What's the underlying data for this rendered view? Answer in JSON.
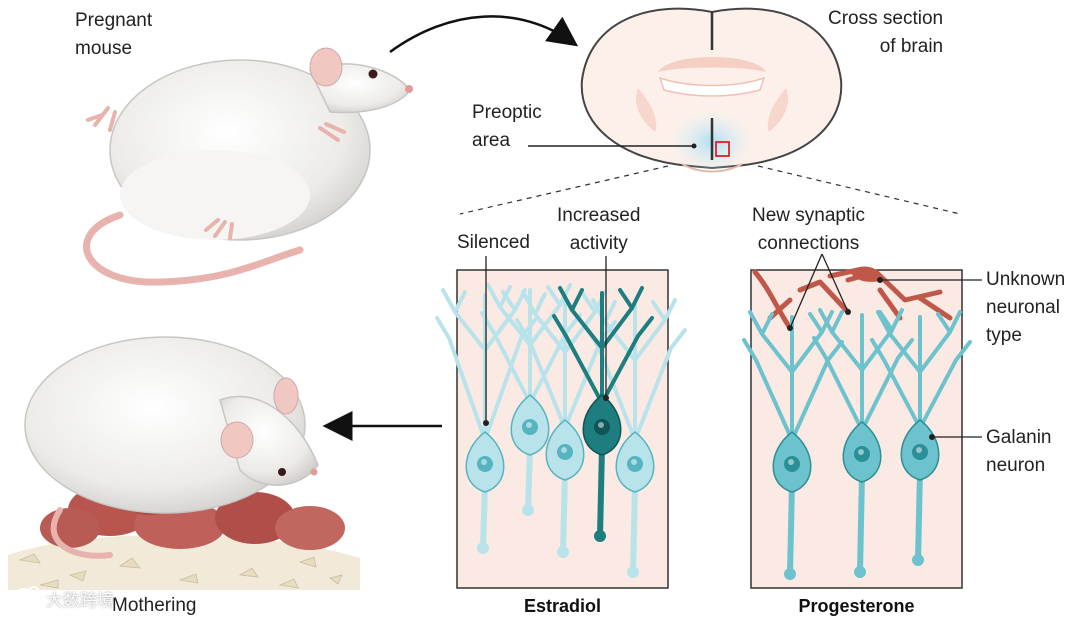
{
  "labels": {
    "pregnant_mouse": "Pregnant\nmouse",
    "cross_section": "Cross section\nof brain",
    "preoptic_area": "Preoptic\narea",
    "silenced": "Silenced",
    "increased_activity": "Increased\nactivity",
    "new_synaptic": "New synaptic\nconnections",
    "unknown_neuronal": "Unknown\nneuronal\ntype",
    "galanin_neuron": "Galanin\nneuron",
    "mothering": "Mothering"
  },
  "captions": {
    "estradiol": "Estradiol",
    "progesterone": "Progesterone"
  },
  "watermark": "大数跨境",
  "colors": {
    "panel_bg": "#fbe9e4",
    "neuron_light": "#b9e3ea",
    "neuron_mid": "#6cc3cd",
    "neuron_dark": "#2a8f96",
    "neuron_active": "#1d7d7f",
    "unknown_neuron": "#c0584a",
    "brain_fill": "#fdf0ea",
    "brain_stroke": "#444444",
    "preoptic_glow": "#bfe6f2",
    "mouse_body": "#f2f2f0",
    "mouse_pink": "#e8a9a4",
    "pup_red": "#b8554f"
  }
}
